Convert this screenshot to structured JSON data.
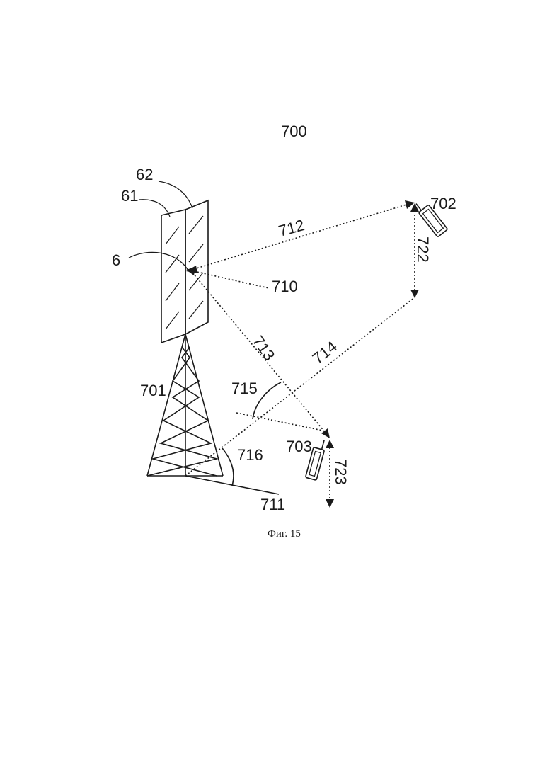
{
  "figure": {
    "number": "700",
    "caption": "Фиг. 15",
    "labels": {
      "panel_left": "61",
      "panel_right": "62",
      "antenna_point": "6",
      "tower": "701",
      "device_a": "702",
      "device_b": "703",
      "ref_line": "710",
      "ground_line": "711",
      "beam_a": "712",
      "beam_b": "713",
      "reflect": "714",
      "angle_a": "715",
      "angle_b": "716",
      "offset_a": "722",
      "offset_b": "723"
    }
  }
}
